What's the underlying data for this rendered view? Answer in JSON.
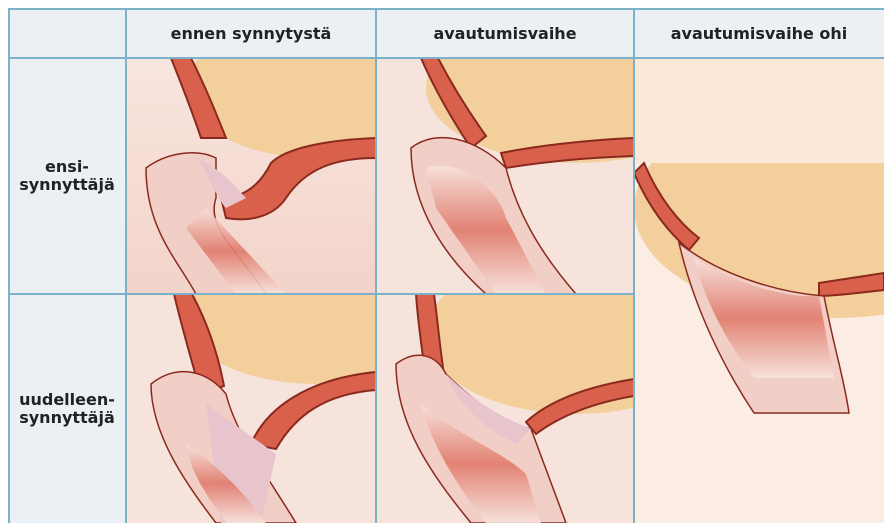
{
  "columns": {
    "before_birth": "ennen synnytystä",
    "dilation_phase": "avautumisvaihe",
    "dilation_over": "avautumisvaihe ohi"
  },
  "rows": {
    "first_time_line1": "ensi-",
    "first_time_line2": "synnyttäjä",
    "repeat_line1": "uudelleen-",
    "repeat_line2": "synnyttäjä"
  },
  "colors": {
    "grid": "#7ab3c9",
    "header_bg": "#eaf0f4",
    "muscle": "#d9614b",
    "muscle_dark": "#8a2a1e",
    "head": "#f3cf9c",
    "tissue_bg": "#f6e3dc",
    "canal": "#e8c4cc"
  }
}
